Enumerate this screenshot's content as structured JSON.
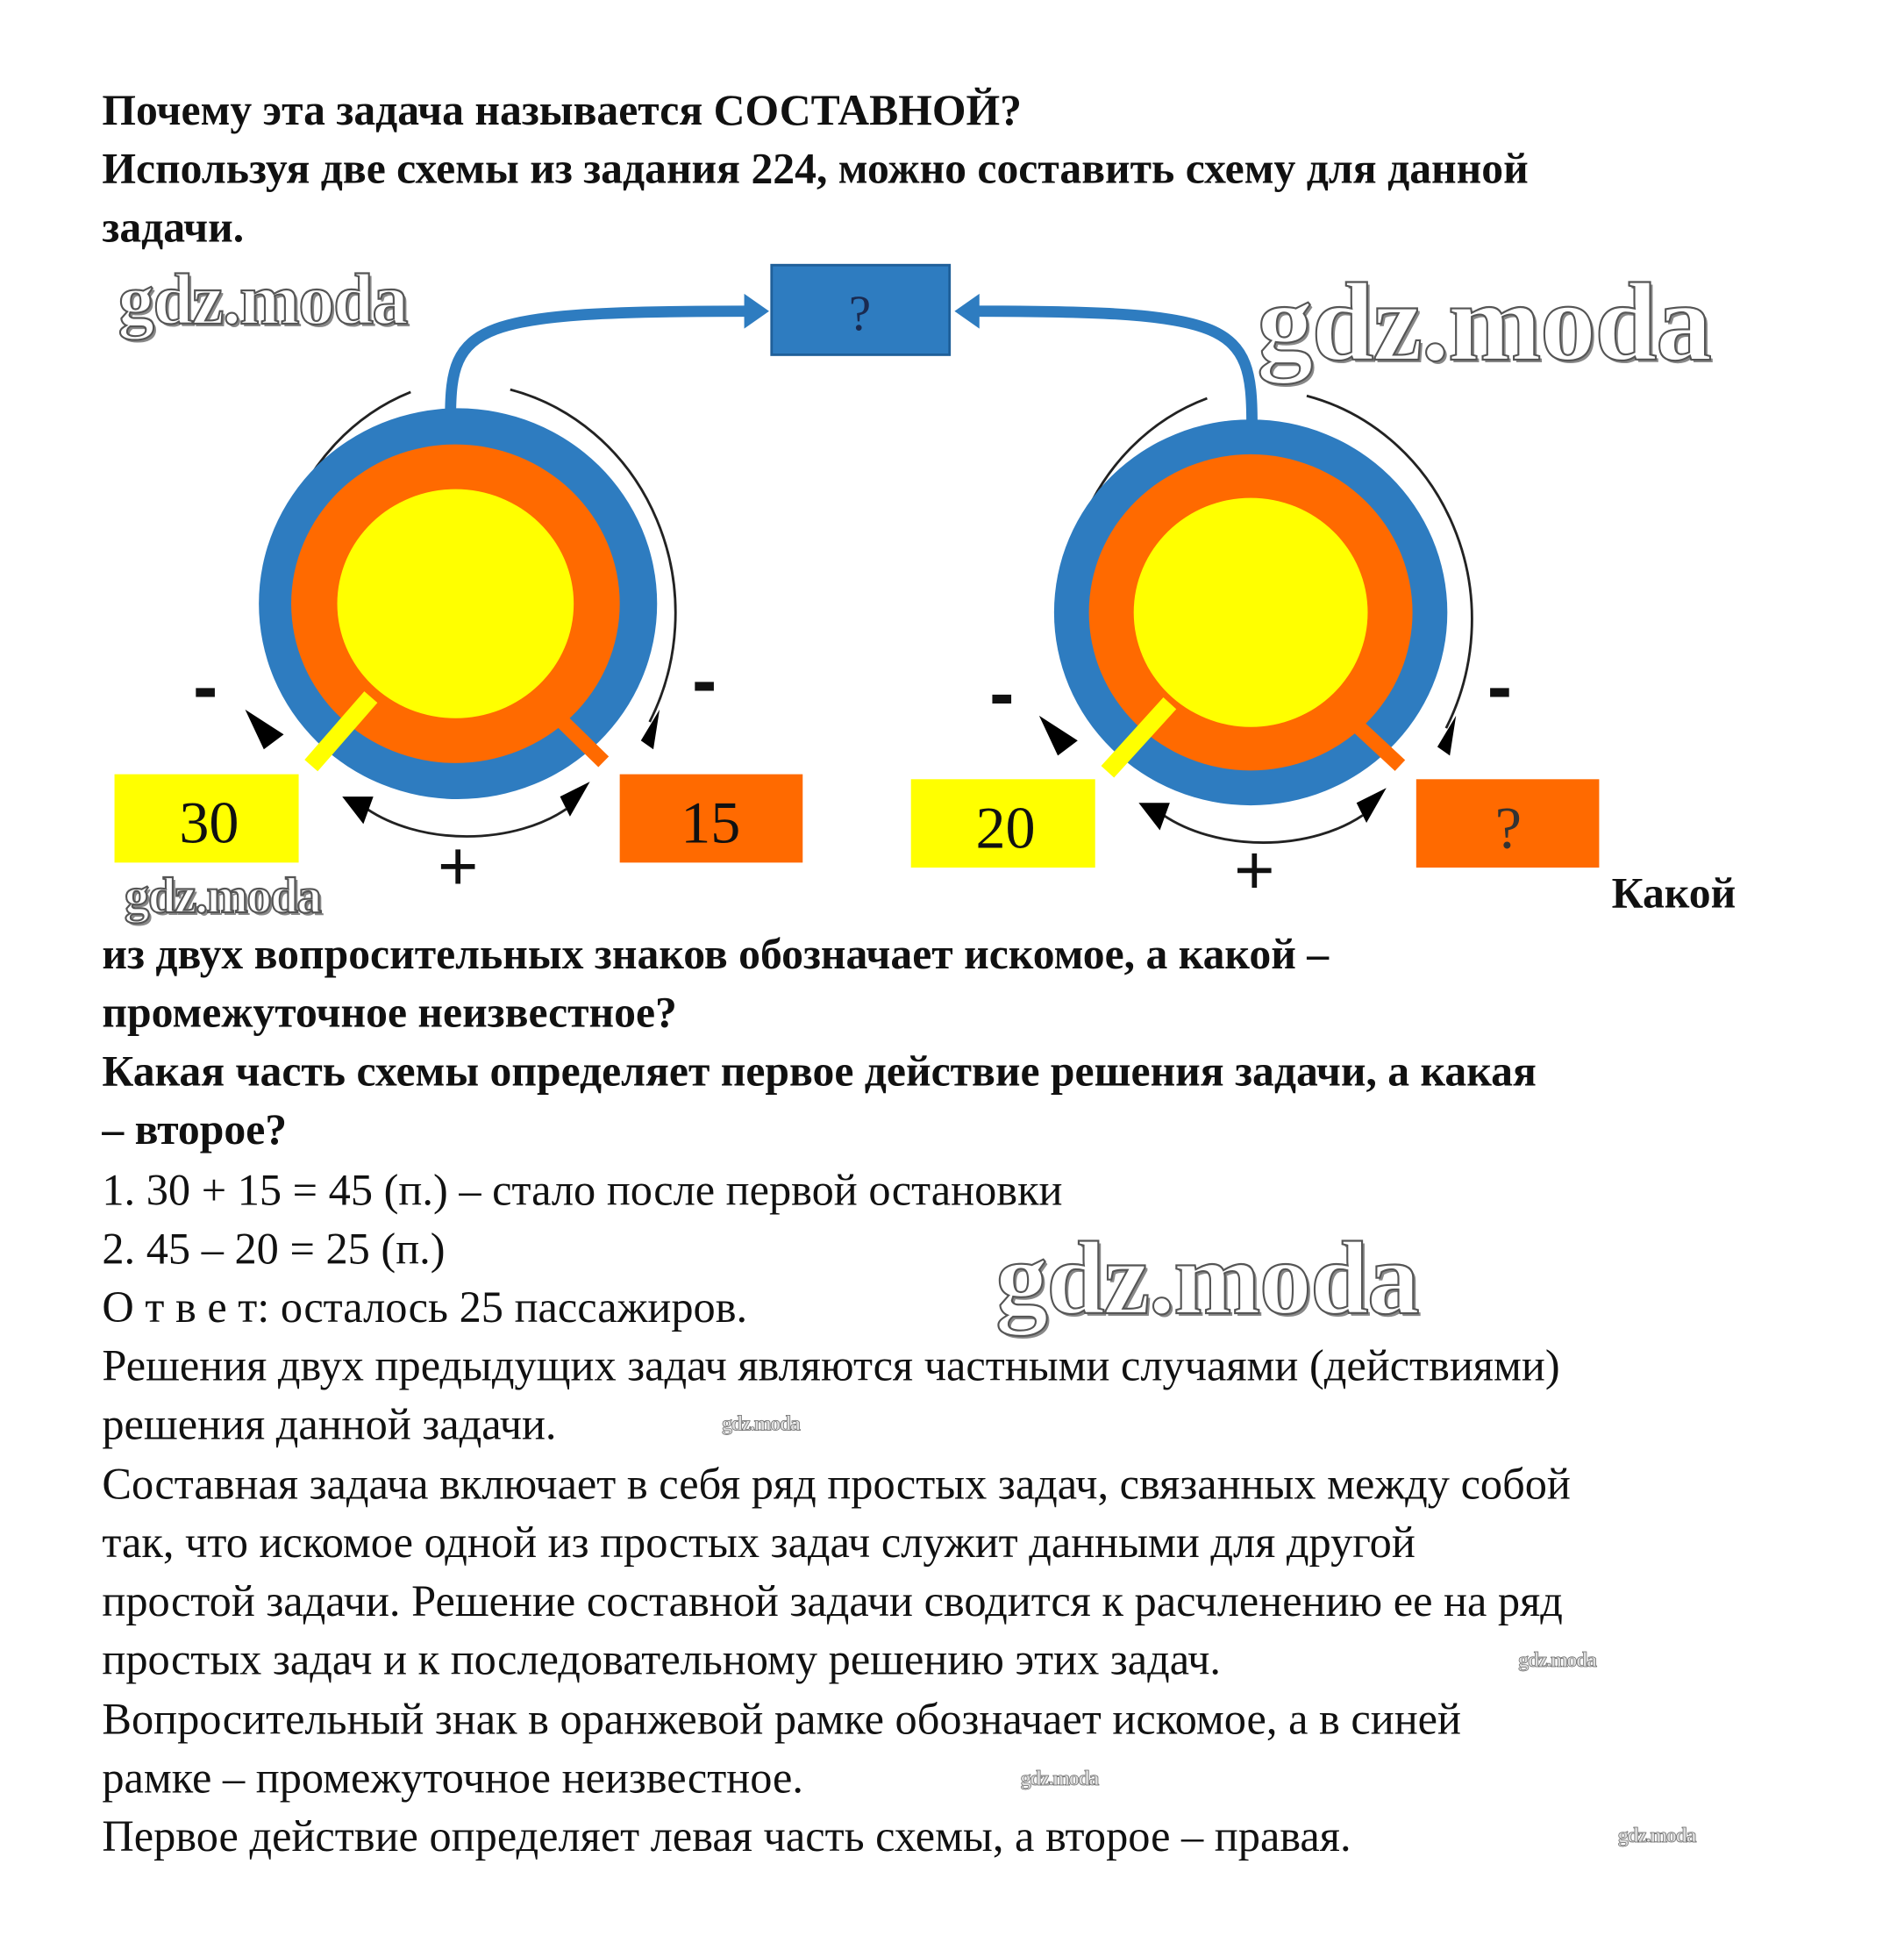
{
  "heading": {
    "lines": [
      "Почему эта задача называется СОСТАВНОЙ?",
      "Используя две схемы из задания 224, можно составить схему для данной",
      "задачи."
    ]
  },
  "diagram": {
    "top_box": "?",
    "left": {
      "yellow_box": "30",
      "orange_box": "15",
      "minus_left": "-",
      "minus_right": "-",
      "plus": "+"
    },
    "right": {
      "yellow_box": "20",
      "orange_box": "?",
      "minus_left": "-",
      "minus_right": "-",
      "plus": "+"
    },
    "colors": {
      "blue": "#2e7cc0",
      "orange": "#ff6a00",
      "yellow": "#ffff00"
    }
  },
  "questions": {
    "lines": [
      "Какой",
      "из двух вопросительных знаков обозначает искомое, а какой –",
      "промежуточное неизвестное?",
      "Какая часть схемы определяет первое действие решения задачи, а какая",
      "– второе?"
    ]
  },
  "answer": {
    "lines": [
      "1. 30 + 15 = 45 (п.) – стало после первой остановки",
      "2. 45 – 20 = 25 (п.)",
      "О т в е т: осталось 25 пассажиров.",
      "Решения двух предыдущих задач являются частными случаями (действиями)",
      "решения данной задачи.",
      "Составная задача включает в себя ряд простых задач, связанных между собой",
      "так, что искомое одной из простых задач служит данными для другой",
      "простой задачи. Решение составной задачи сводится к расчленению ее на ряд",
      "простых задач и к последовательному решению этих задач.",
      "Вопросительный знак в оранжевой рамке обозначает искомое, а в синей",
      "рамке – промежуточное неизвестное.",
      "Первое действие определяет левая часть схемы, а второе – правая."
    ]
  },
  "watermark": "gdz.moda"
}
